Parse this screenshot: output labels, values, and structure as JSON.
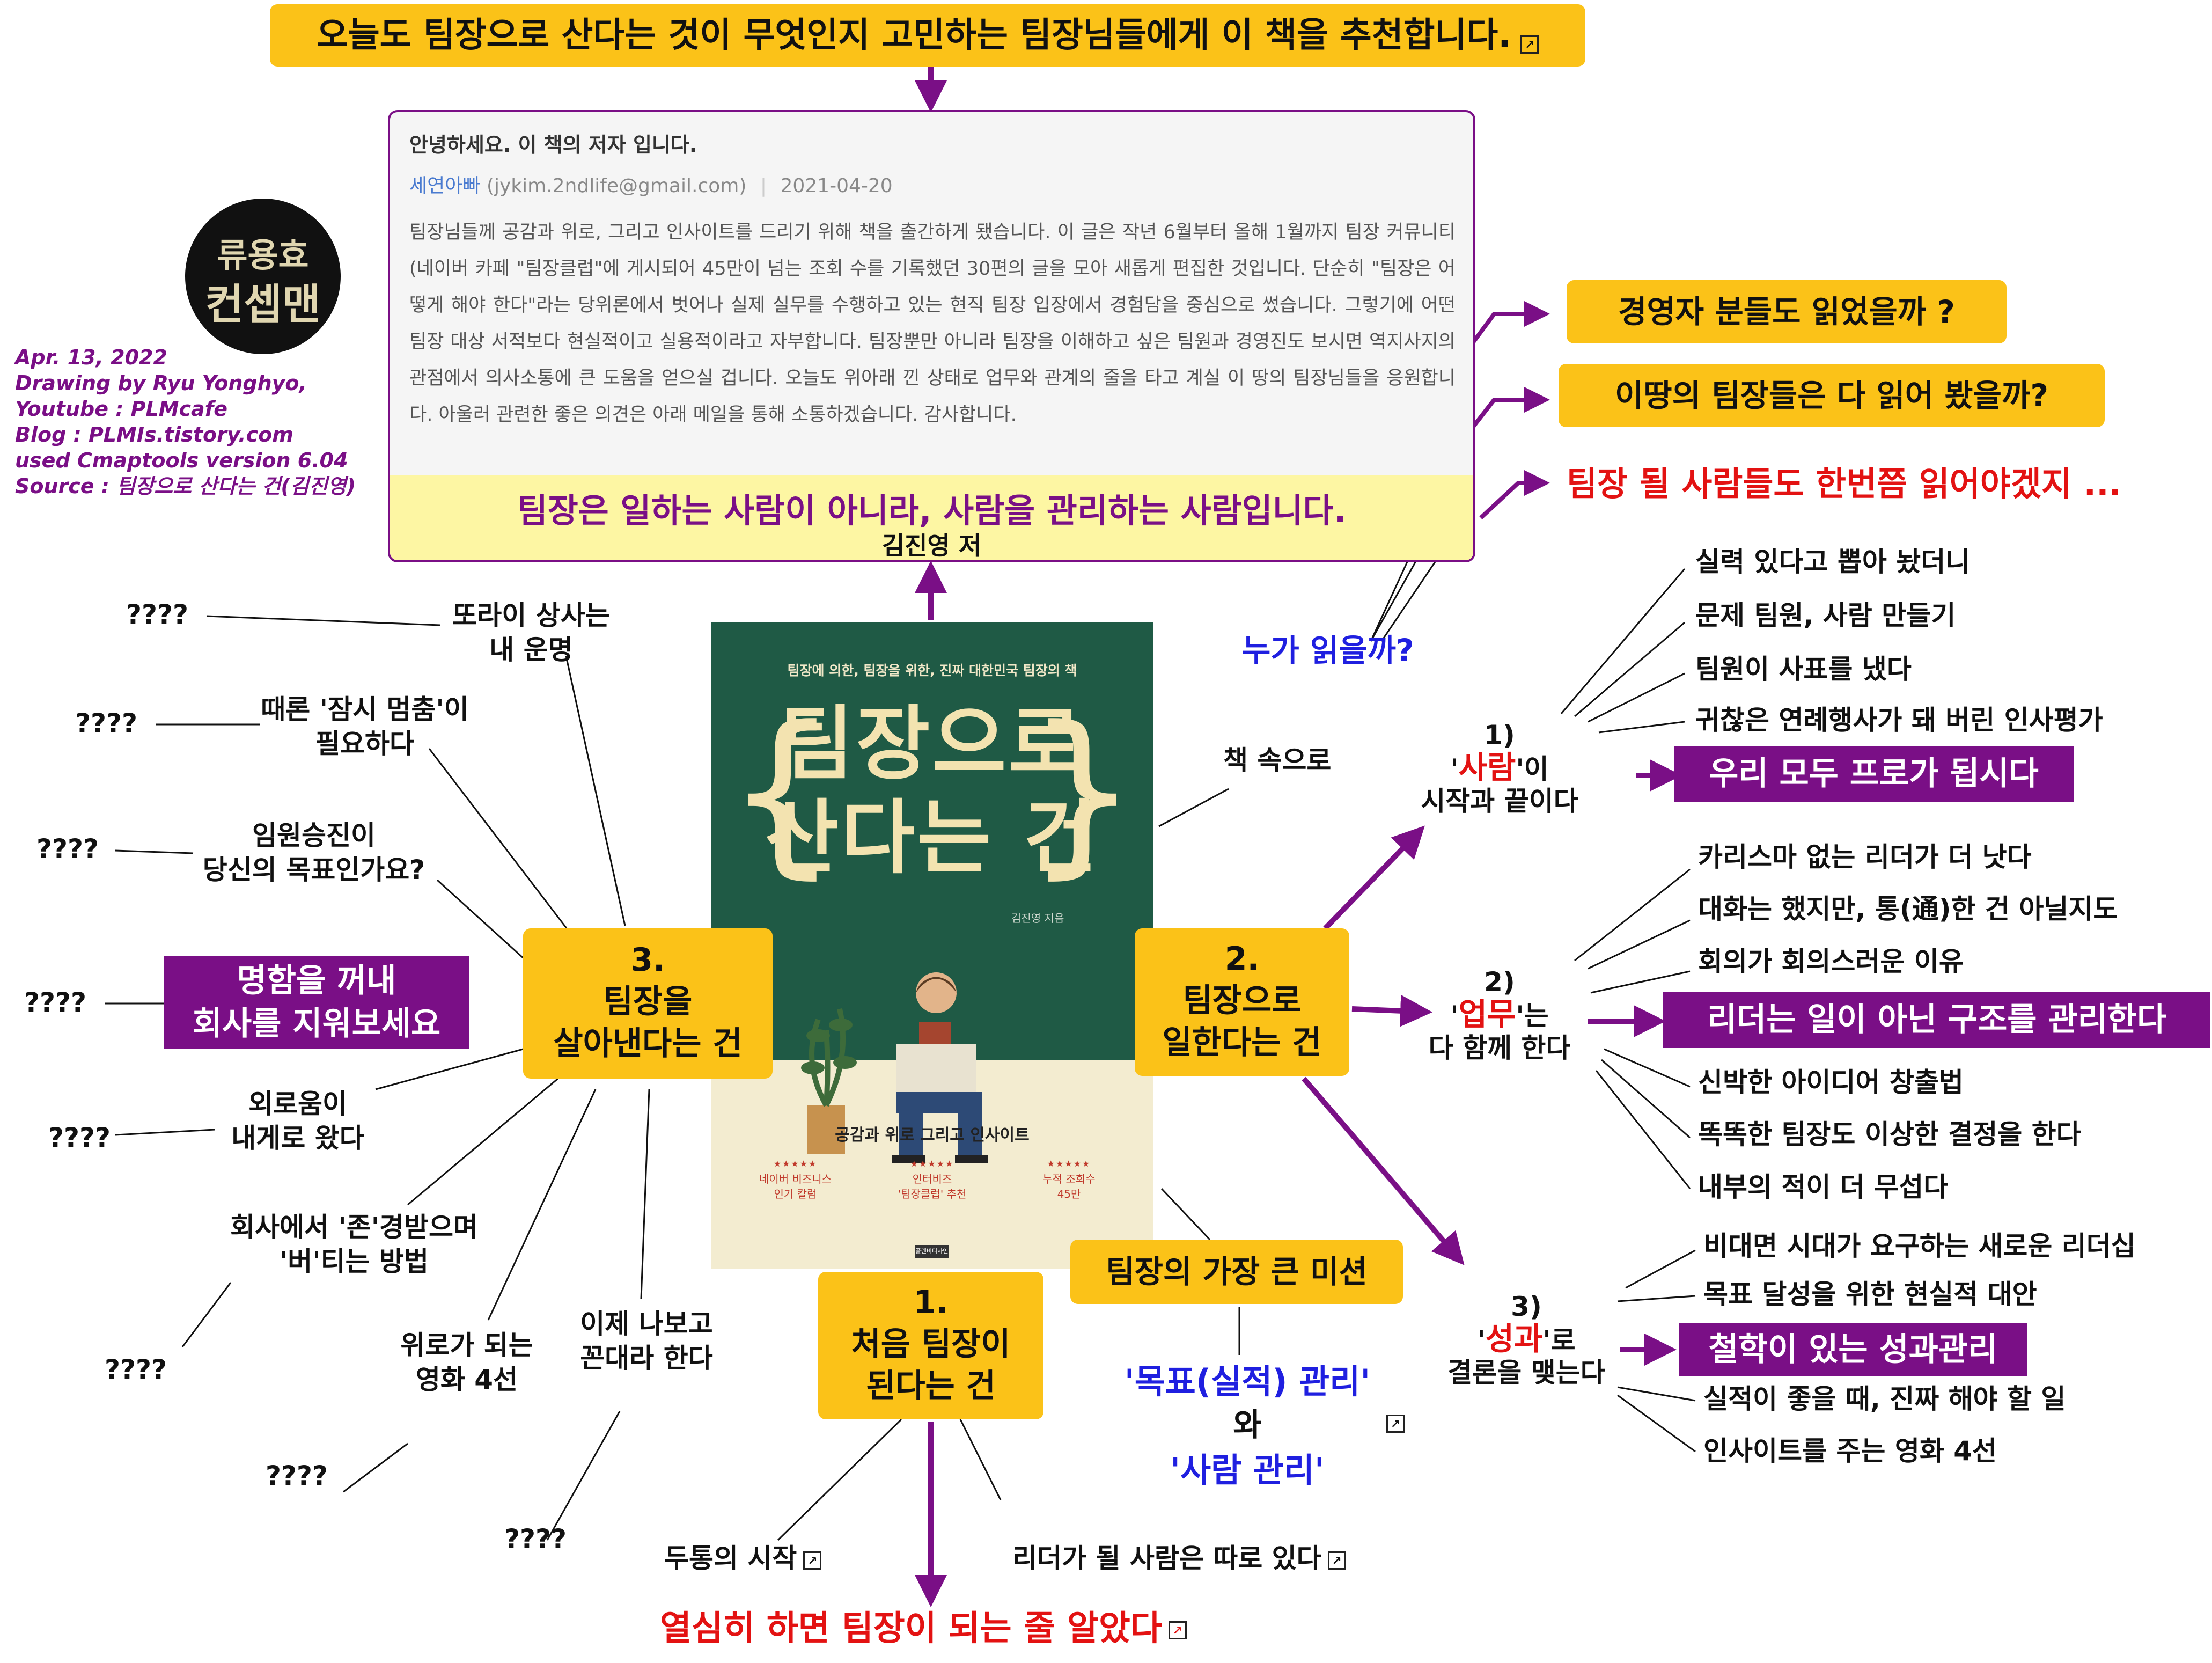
{
  "top_banner": "오늘도 팀장으로 산다는 것이 무엇인지 고민하는 팀장님들에게 이 책을 추천합니다.",
  "logo": {
    "line1": "류용효",
    "line2": "컨셉맨"
  },
  "meta": [
    "Apr. 13, 2022",
    "Drawing by Ryu Yonghyo,",
    "Youtube : PLMcafe",
    "Blog : PLMIs.tistory.com",
    "used Cmaptools version 6.04",
    "Source : 팀장으로 산다는 건(김진영)"
  ],
  "card": {
    "heading": "안녕하세요. 이 책의 저자 입니다.",
    "author_nick": "세연아빠",
    "author_email": "(jykim.2ndlife@gmail.com)",
    "date": "2021-04-20",
    "body": "팀장님들께 공감과 위로, 그리고 인사이트를 드리기 위해 책을 출간하게 됐습니다. 이 글은 작년 6월부터 올해 1월까지 팀장 커뮤니티(네이버 카페 \"팀장클럽\"에 게시되어 45만이 넘는 조회 수를 기록했던 30편의 글을 모아 새롭게 편집한 것입니다. 단순히 \"팀장은 어떻게 해야 한다\"라는 당위론에서 벗어나 실제 실무를 수행하고 있는 현직 팀장 입장에서 경험담을 중심으로 썼습니다. 그렇기에 어떤 팀장 대상 서적보다 현실적이고 실용적이라고 자부합니다. 팀장뿐만 아니라 팀장을 이해하고 싶은 팀원과 경영진도 보시면 역지사지의 관점에서 의사소통에 큰 도움을 얻으실 겁니다. 오늘도 위아래 낀 상태로 업무와 관계의 줄을 타고 계실 이 땅의 팀장님들을 응원합니다. 아울러 관련한 좋은 의견은 아래 메일을 통해 소통하겠습니다. 감사합니다.",
    "quote": "팀장은 일하는 사람이 아니라, 사람을 관리하는 사람입니다.",
    "by": "김진영 저"
  },
  "book": {
    "subtitle": "팀장에 의한, 팀장을 위한, 진짜 대한민국 팀장의 책",
    "title_line1": "팀장으로",
    "title_line2": "산다는 건",
    "author": "김진영 지음",
    "tagline": "공감과 위로 그리고 인사이트",
    "badges": [
      {
        "stars": "★★★★★",
        "line1": "네이버 비즈니스",
        "line2": "인기 칼럼"
      },
      {
        "stars": "★★★★★",
        "line1": "인터비즈",
        "line2": "'팀장클럽' 추천"
      },
      {
        "stars": "★★★★★",
        "line1": "누적 조회수",
        "line2": "45만"
      }
    ],
    "publisher": "플랜비디자인"
  },
  "who_reads": {
    "label": "누가 읽을까?",
    "items": [
      "경영자 분들도  읽었을까 ?",
      "이땅의 팀장들은 다 읽어 봤을까?",
      "팀장 될 사람들도 한번쯤 읽어야겠지 ..."
    ]
  },
  "into_book": "책 속으로",
  "chapter1": {
    "line1": "1.",
    "line2": "처음 팀장이",
    "line3": "된다는 건",
    "items": [
      "두통의 시작",
      "리더가 될 사람은 따로 있다",
      "열심히 하면 팀장이 되는 줄 알았다"
    ]
  },
  "chapter2": {
    "line1": "2.",
    "line2": "팀장으로",
    "line3": "일한다는 건",
    "groups": [
      {
        "num": "1)",
        "pre": "'",
        "key": "사람",
        "post": "'이",
        "line2": "시작과 끝이다",
        "highlight": "우리 모두 프로가 됩시다",
        "items": [
          "실력 있다고 뽑아 놨더니",
          "문제 팀원, 사람 만들기",
          "팀원이 사표를 냈다",
          "귀찮은 연례행사가 돼 버린 인사평가"
        ]
      },
      {
        "num": "2)",
        "pre": "'",
        "key": "업무",
        "post": "'는",
        "line2": "다 함께 한다",
        "highlight": "리더는 일이 아닌 구조를 관리한다",
        "items": [
          "카리스마 없는 리더가 더 낫다",
          "대화는 했지만, 통(通)한 건 아닐지도",
          "회의가 회의스러운 이유",
          "신박한 아이디어 창출법",
          "똑똑한 팀장도 이상한 결정을 한다",
          "내부의 적이 더 무섭다"
        ]
      },
      {
        "num": "3)",
        "pre": "'",
        "key": "성과",
        "post": "'로",
        "line2": "결론을 맺는다",
        "highlight": "철학이 있는 성과관리",
        "items": [
          "비대면 시대가 요구하는 새로운 리더십",
          "목표 달성을 위한 현실적 대안",
          "실적이 좋을 때, 진짜 해야 할 일",
          "인사이트를 주는 영화 4선"
        ]
      }
    ]
  },
  "mission": {
    "label": "팀장의 가장 큰 미션",
    "goal": "'목표(실적) 관리'",
    "and": "와",
    "people": "'사람 관리'"
  },
  "chapter3": {
    "line1": "3.",
    "line2": "팀장을",
    "line3": "살아낸다는 건",
    "highlight_line1": "명함을 꺼내",
    "highlight_line2": "회사를 지워보세요",
    "items": [
      {
        "line1": "또라이 상사는",
        "line2": "내 운명"
      },
      {
        "line1": "때론 '잠시 멈춤'이",
        "line2": "필요하다"
      },
      {
        "line1": "임원승진이",
        "line2": "당신의 목표인가요?"
      },
      {
        "line1": "외로움이",
        "line2": "내게로 왔다"
      },
      {
        "line1": "회사에서 '존'경받으며",
        "line2": "'버'티는 방법"
      },
      {
        "line1": "위로가 되는",
        "line2": "영화 4선"
      },
      {
        "line1": "이제 나보고",
        "line2": "꼰대라 한다"
      }
    ],
    "unknown": "????"
  },
  "link_icon": "external-link-icon",
  "colors": {
    "purple": "#7a0f86",
    "yellow": "#fbc218",
    "red": "#e31212",
    "blue": "#1f1fe0",
    "book_green": "#1f5a45"
  }
}
